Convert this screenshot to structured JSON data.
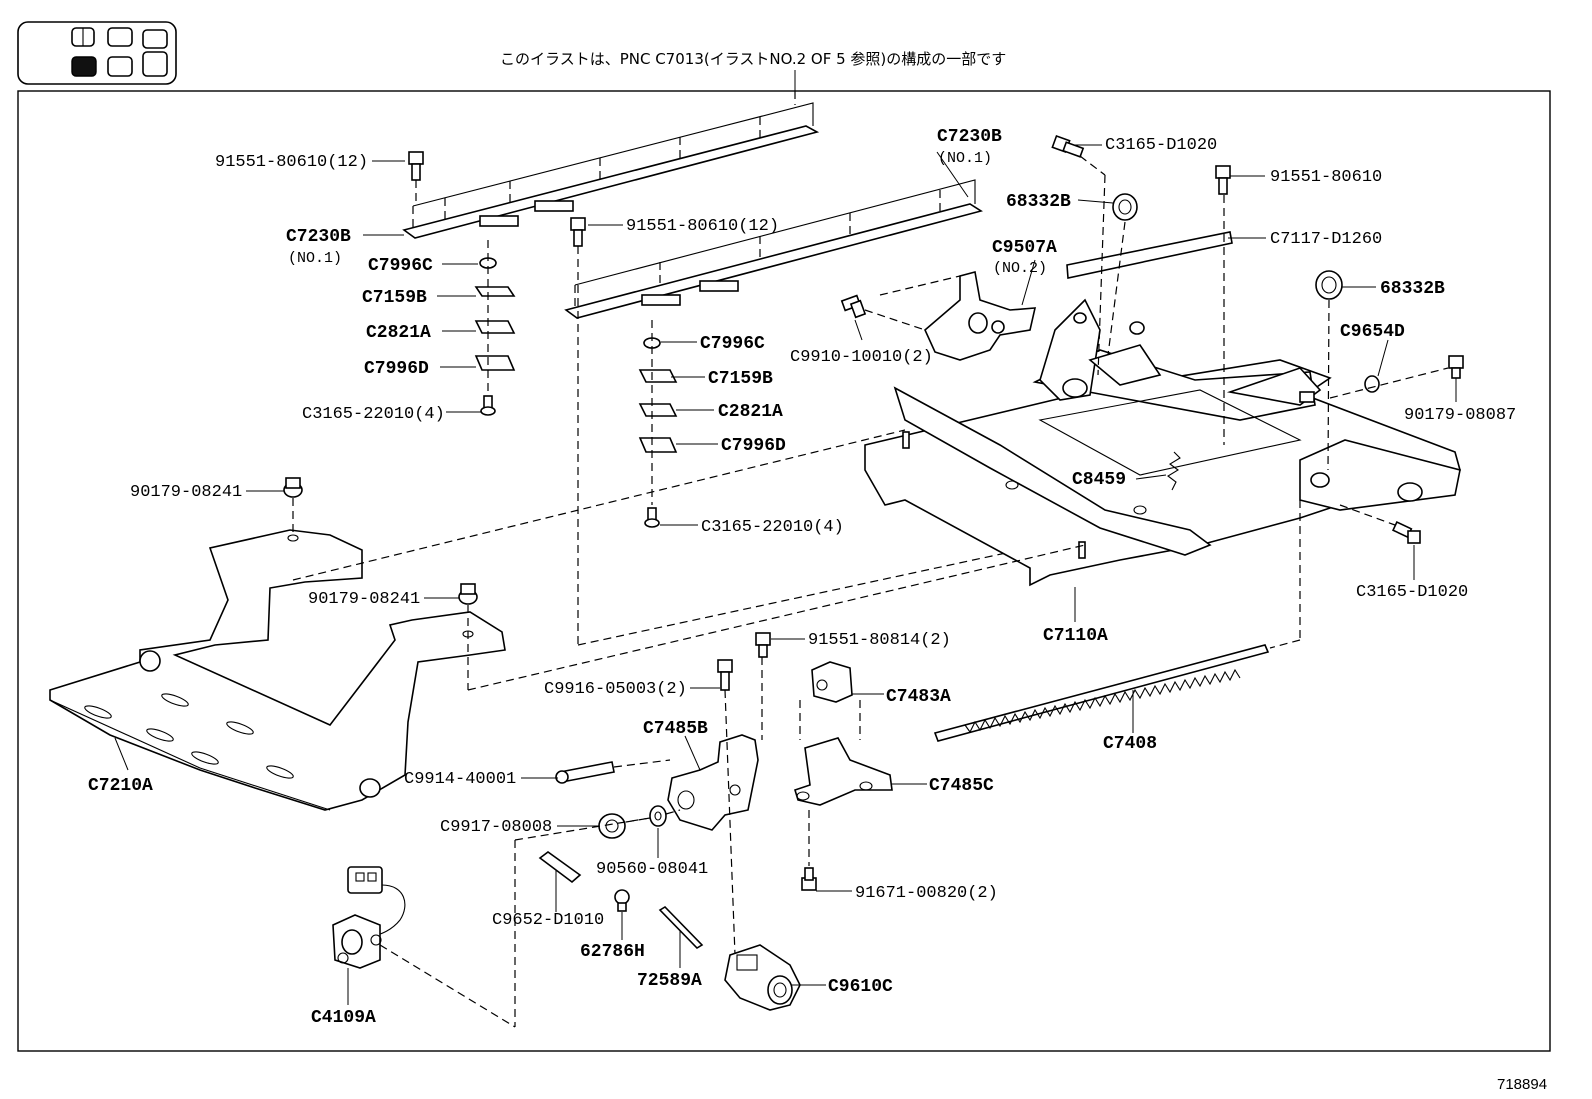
{
  "header": {
    "note": "このイラストは、PNC C7013(イラストNO.2  OF 5  参照)の構成の一部です"
  },
  "footer": {
    "illustration_id": "718894"
  },
  "labels": {
    "p_91551_80610_12_a": "91551-80610(12)",
    "p_C7230B_a": "C7230B",
    "p_NO1_a": "(NO.1)",
    "p_C7996C_a": "C7996C",
    "p_C7159B_a": "C7159B",
    "p_C2821A_a": "C2821A",
    "p_C7996D_a": "C7996D",
    "p_C3165_22010_a": "C3165-22010(4)",
    "p_91551_80610_12_b": "91551-80610(12)",
    "p_C7230B_b": "C7230B",
    "p_NO1_b": "(NO.1)",
    "p_C7996C_b": "C7996C",
    "p_C7159B_b": "C7159B",
    "p_C2821A_b": "C2821A",
    "p_C7996D_b": "C7996D",
    "p_C3165_22010_b": "C3165-22010(4)",
    "p_C3165_D1020_a": "C3165-D1020",
    "p_68332B_a": "68332B",
    "p_C9507A": "C9507A",
    "p_NO2": "(NO.2)",
    "p_C9910_10010": "C9910-10010(2)",
    "p_91551_80610": "91551-80610",
    "p_C7117_D1260": "C7117-D1260",
    "p_68332B_b": "68332B",
    "p_C9654D": "C9654D",
    "p_90179_08087": "90179-08087",
    "p_C8459": "C8459",
    "p_C3165_D1020_b": "C3165-D1020",
    "p_C7110A": "C7110A",
    "p_90179_08241_a": "90179-08241",
    "p_90179_08241_b": "90179-08241",
    "p_C7210A": "C7210A",
    "p_91551_80814": "91551-80814(2)",
    "p_C9916_05003": "C9916-05003(2)",
    "p_C7483A": "C7483A",
    "p_C7485B": "C7485B",
    "p_C7408": "C7408",
    "p_C9914_40001": "C9914-40001",
    "p_C7485C": "C7485C",
    "p_C9917_08008": "C9917-08008",
    "p_90560_08041": "90560-08041",
    "p_91671_00820": "91671-00820(2)",
    "p_C9652_D1010": "C9652-D1010",
    "p_62786H": "62786H",
    "p_72589A": "72589A",
    "p_C9610C": "C9610C",
    "p_C4109A": "C4109A"
  }
}
